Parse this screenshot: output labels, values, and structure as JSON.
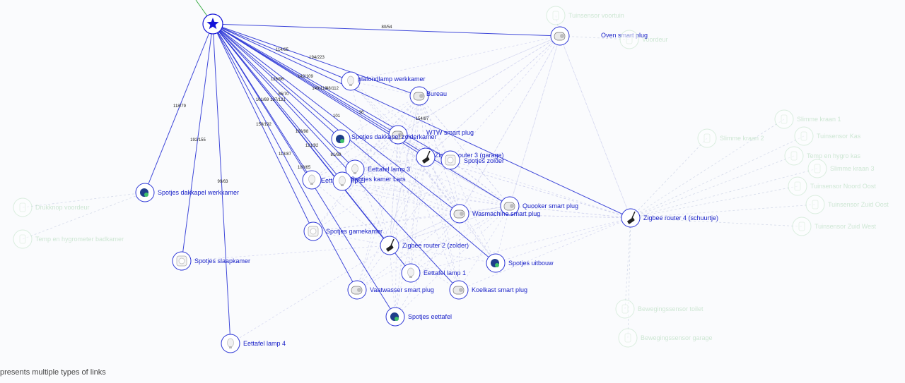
{
  "coordinator": {
    "icon": "star-icon"
  },
  "devices": [
    {
      "id": "oven",
      "label": "Oven smart plug",
      "icon": "smart-plug-icon",
      "active": true
    },
    {
      "id": "plafondlamp",
      "label": "plafondlamp werkkamer",
      "icon": "bulb-icon",
      "active": true
    },
    {
      "id": "bureau",
      "label": "Bureau",
      "icon": "smart-plug-icon",
      "active": true
    },
    {
      "id": "wtw",
      "label": "WTW smart plug",
      "icon": "smart-plug-icon",
      "active": true
    },
    {
      "id": "router3",
      "label": "Zigbee router 3 (garage)",
      "icon": "router-icon",
      "active": true
    },
    {
      "id": "zolder",
      "label": "Spotjes zolder",
      "icon": "spot-icon",
      "active": true
    },
    {
      "id": "dakkapel-zolder",
      "label": "Spotjes dakkapel zolderkamer",
      "icon": "spot-multi-icon",
      "active": true
    },
    {
      "id": "eettafel3",
      "label": "Eettafel lamp 3",
      "icon": "bulb-icon",
      "active": true
    },
    {
      "id": "eettafel2",
      "label": "Eettafel lamp 2",
      "icon": "bulb-icon",
      "active": true
    },
    {
      "id": "lars",
      "label": "Spotjes kamer Lars",
      "icon": "bulb-icon",
      "active": true
    },
    {
      "id": "dakkapel-werkkamer",
      "label": "Spotjes dakkapel werkkamer",
      "icon": "spot-multi-icon",
      "active": true
    },
    {
      "id": "quooker",
      "label": "Quooker smart plug",
      "icon": "smart-plug-icon",
      "active": true
    },
    {
      "id": "wasmachine",
      "label": "Wasmachine smart plug",
      "icon": "smart-plug-icon",
      "active": true
    },
    {
      "id": "router4",
      "label": "Zigbee router 4 (schuurtje)",
      "icon": "router-icon",
      "active": true
    },
    {
      "id": "gamekamer",
      "label": "Spotjes gamekamer",
      "icon": "spot-icon",
      "active": true
    },
    {
      "id": "router2",
      "label": "Zigbee router 2 (zolder)",
      "icon": "router-icon",
      "active": true
    },
    {
      "id": "slaapkamer",
      "label": "Spotjes slaapkamer",
      "icon": "spot-icon",
      "active": true
    },
    {
      "id": "uitbouw",
      "label": "Spotjes uitbouw",
      "icon": "spot-multi-icon",
      "active": true
    },
    {
      "id": "eettafel1",
      "label": "Eettafel lamp 1",
      "icon": "bulb-icon",
      "active": true
    },
    {
      "id": "vaatwasser",
      "label": "Vaatwasser smart plug",
      "icon": "smart-plug-icon",
      "active": true
    },
    {
      "id": "koelkast",
      "label": "Koelkast smart plug",
      "icon": "smart-plug-icon",
      "active": true
    },
    {
      "id": "spot-eettafel",
      "label": "Spotjes eettafel",
      "icon": "spot-multi-icon",
      "active": true
    },
    {
      "id": "eettafel4",
      "label": "Eettafel lamp 4",
      "icon": "bulb-icon",
      "active": true
    },
    {
      "id": "tuin-voortuin",
      "label": "Tuinsensor voortuin",
      "icon": "sensor-icon",
      "active": false
    },
    {
      "id": "voordeur",
      "label": "Voordeur",
      "icon": "sensor-icon",
      "active": false
    },
    {
      "id": "kraan1",
      "label": "Slimme kraan 1",
      "icon": "sensor-icon",
      "active": false
    },
    {
      "id": "kraan2",
      "label": "Slimme kraan 2",
      "icon": "sensor-icon",
      "active": false
    },
    {
      "id": "tuin-kas",
      "label": "Tuinsensor Kas",
      "icon": "sensor-icon",
      "active": false
    },
    {
      "id": "temp-kas",
      "label": "Temp en hygro kas",
      "icon": "sensor-icon",
      "active": false
    },
    {
      "id": "kraan3",
      "label": "Slimme kraan 3",
      "icon": "sensor-icon",
      "active": false
    },
    {
      "id": "tuin-no",
      "label": "Tuinsensor Noord Oost",
      "icon": "sensor-icon",
      "active": false
    },
    {
      "id": "tuin-zo",
      "label": "Tuinsensor Zuid Oost",
      "icon": "sensor-icon",
      "active": false
    },
    {
      "id": "tuin-zw",
      "label": "Tuinsensor Zuid West",
      "icon": "sensor-icon",
      "active": false
    },
    {
      "id": "drukknop",
      "label": "Drukknop voordeur",
      "icon": "sensor-icon",
      "active": false
    },
    {
      "id": "temp-badkamer",
      "label": "Temp en hygrometer badkamer",
      "icon": "sensor-icon",
      "active": false
    },
    {
      "id": "beweging-toilet",
      "label": "Bewegingssensor toilet",
      "icon": "sensor-icon",
      "active": false
    },
    {
      "id": "beweging-garage",
      "label": "Bewegingssensor garage",
      "icon": "sensor-icon",
      "active": false
    }
  ],
  "links": [
    {
      "target": "oven",
      "lqi": "80/54"
    },
    {
      "target": "plafondlamp",
      "lqi": "114/65"
    },
    {
      "target": "bureau",
      "lqi": "194/223"
    },
    {
      "target": "wtw",
      "lqi": "142/109"
    },
    {
      "target": "router3",
      "lqi": "149/118"
    },
    {
      "target": "zolder",
      "lqi": "48/112"
    },
    {
      "target": "dakkapel-zolder",
      "lqi": "126/96"
    },
    {
      "target": "eettafel3",
      "lqi": "85/70"
    },
    {
      "target": "eettafel2",
      "lqi": "101/69"
    },
    {
      "target": "lars",
      "lqi": "137/121"
    },
    {
      "target": "router4",
      "lqi": "154/97"
    },
    {
      "target": "quooker",
      "lqi": "36"
    },
    {
      "target": "wasmachine",
      "lqi": "101"
    },
    {
      "target": "router2",
      "lqi": "159/192"
    },
    {
      "target": "uitbouw",
      "lqi": "166/98"
    },
    {
      "target": "eettafel1",
      "lqi": "121/92"
    },
    {
      "target": "koelkast",
      "lqi": "81/69"
    },
    {
      "target": "vaatwasser",
      "lqi": "113/87"
    },
    {
      "target": "gamekamer",
      "lqi": "100/65"
    },
    {
      "target": "spot-eettafel",
      "lqi": ""
    },
    {
      "target": "dakkapel-werkkamer",
      "lqi": "118/79"
    },
    {
      "target": "slaapkamer",
      "lqi": "192/155"
    },
    {
      "target": "eettafel4",
      "lqi": "99/63"
    }
  ],
  "legend": {
    "text": "presents multiple types of links"
  },
  "colors": {
    "active_link": "#2b35d6",
    "active_label": "#1a22c8",
    "inactive": "#bfe3c6",
    "coordinator": "#1414d8"
  }
}
